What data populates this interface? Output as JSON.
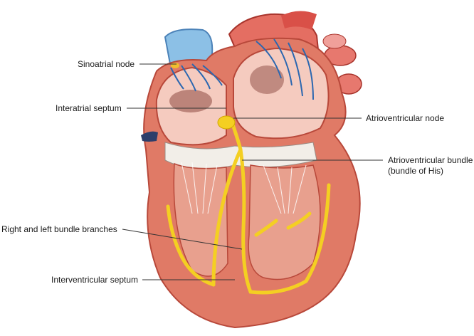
{
  "labels": {
    "sinoatrial_node": "Sinoatrial node",
    "interatrial_septum": "Interatrial septum",
    "atrioventricular_node": "Atrioventricular node",
    "atrioventricular_bundle_line1": "Atrioventricular bundle",
    "atrioventricular_bundle_line2": "(bundle of His)",
    "bundle_branches": "Right and left bundle branches",
    "interventricular_septum": "Interventricular septum"
  },
  "colors": {
    "myocardium": "#e07a66",
    "myocardium_dark": "#b8483a",
    "chamber": "#f4c7b8",
    "conduction": "#f4cf22",
    "vessel_blue": "#6aaad8",
    "vessel_red": "#d9534a",
    "nerve_blue": "#2b67b0",
    "leader_line": "#333333"
  }
}
